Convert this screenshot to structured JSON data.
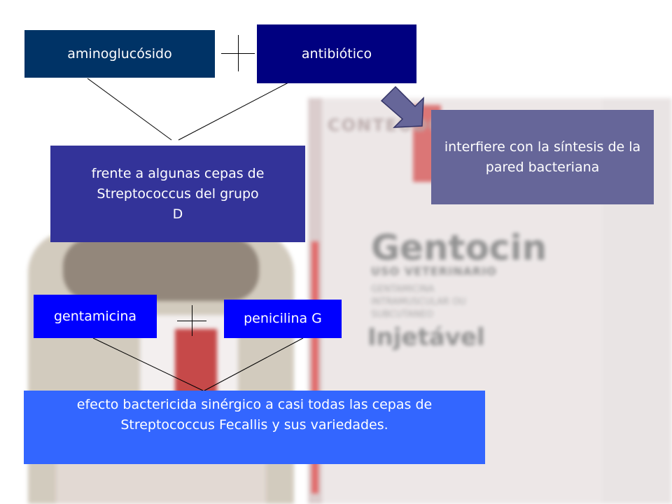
{
  "background": {
    "brand": "Gentocin",
    "subtitle": "USO VETERINARIO",
    "composition_lines": [
      "GENTAMICINA",
      "INTRAMUSCULAR OU",
      "SUBCUTANEO"
    ],
    "form": "Injetável",
    "box_label": "CONTEÚDO"
  },
  "diagram": {
    "top": {
      "left_box": "aminoglucósido",
      "right_box": "antibiótico",
      "result": "frente a algunas cepas de Streptococcus del grupo D",
      "note": "interfiere con la síntesis de la pared bacteriana"
    },
    "bottom": {
      "left_box": "gentamicina",
      "right_box": "penicilina G",
      "result": "efecto bactericida sinérgico a casi todas las cepas de Streptococcus Fecallis y sus variedades."
    }
  },
  "colors": {
    "dark_navy": "#003366",
    "navy": "#000080",
    "indigo": "#333399",
    "slate": "#666699",
    "blue": "#0000ff",
    "light_blue": "#3366ff"
  }
}
